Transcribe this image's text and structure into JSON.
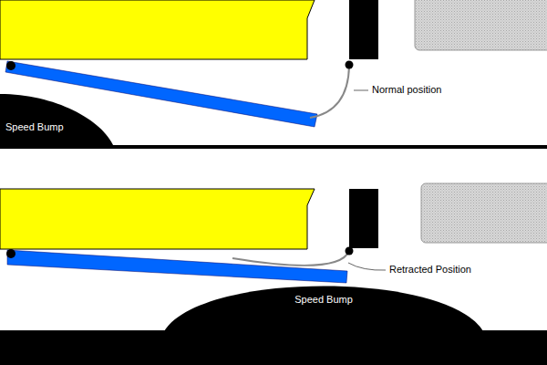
{
  "diagram": {
    "nodes": [
      {
        "text": [
          "Speed Bump"
        ]
      },
      {
        "text": [
          "Speed Bump"
        ]
      }
    ],
    "labels": [
      "Normal position",
      "Retracted Position"
    ]
  }
}
